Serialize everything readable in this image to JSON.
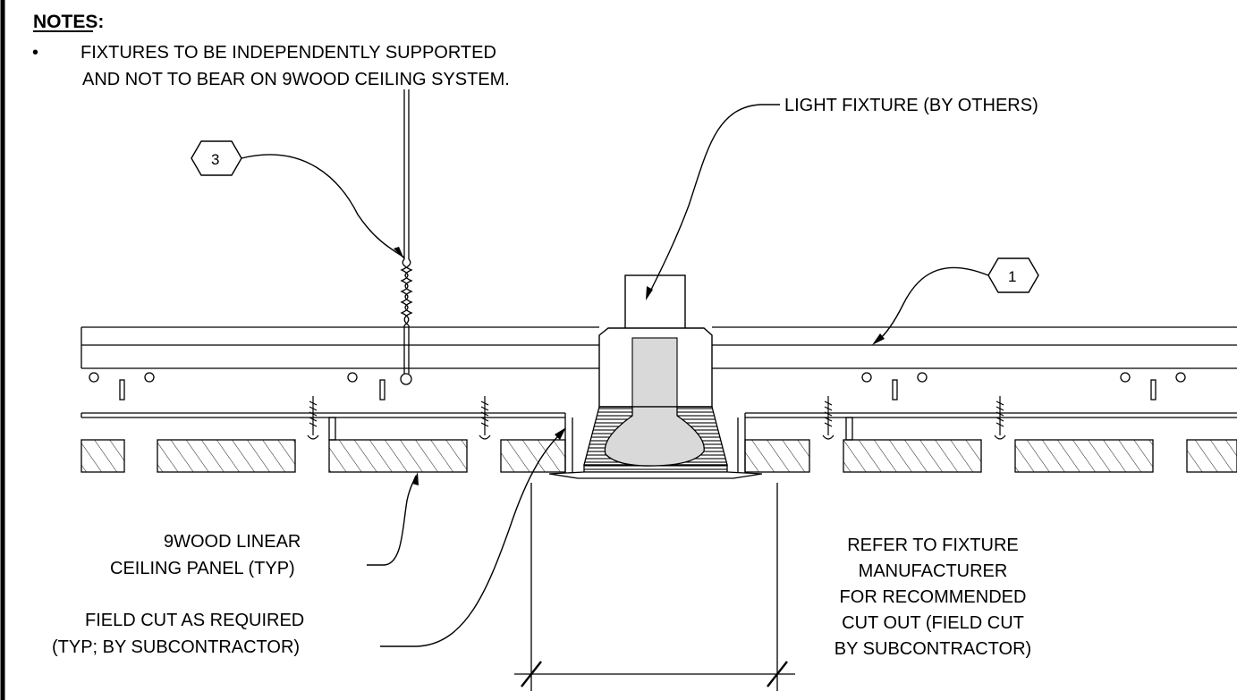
{
  "notes": {
    "heading": "NOTES:",
    "bullet": "•",
    "line1": "FIXTURES TO BE INDEPENDENTLY SUPPORTED",
    "line2": "AND NOT TO BEAR ON 9WOOD CEILING SYSTEM."
  },
  "callouts": {
    "light_fixture": "LIGHT FIXTURE (BY OTHERS)",
    "panel_line1": "9WOOD LINEAR",
    "panel_line2": "CEILING PANEL (TYP)",
    "field_cut_line1": "FIELD CUT AS REQUIRED",
    "field_cut_line2": "(TYP; BY SUBCONTRACTOR)",
    "refer_line1": "REFER TO FIXTURE",
    "refer_line2": "MANUFACTURER",
    "refer_line3": "FOR RECOMMENDED",
    "refer_line4": "CUT OUT (FIELD CUT",
    "refer_line5": "BY SUBCONTRACTOR)"
  },
  "tags": {
    "tag_3": "3",
    "tag_1": "1"
  }
}
